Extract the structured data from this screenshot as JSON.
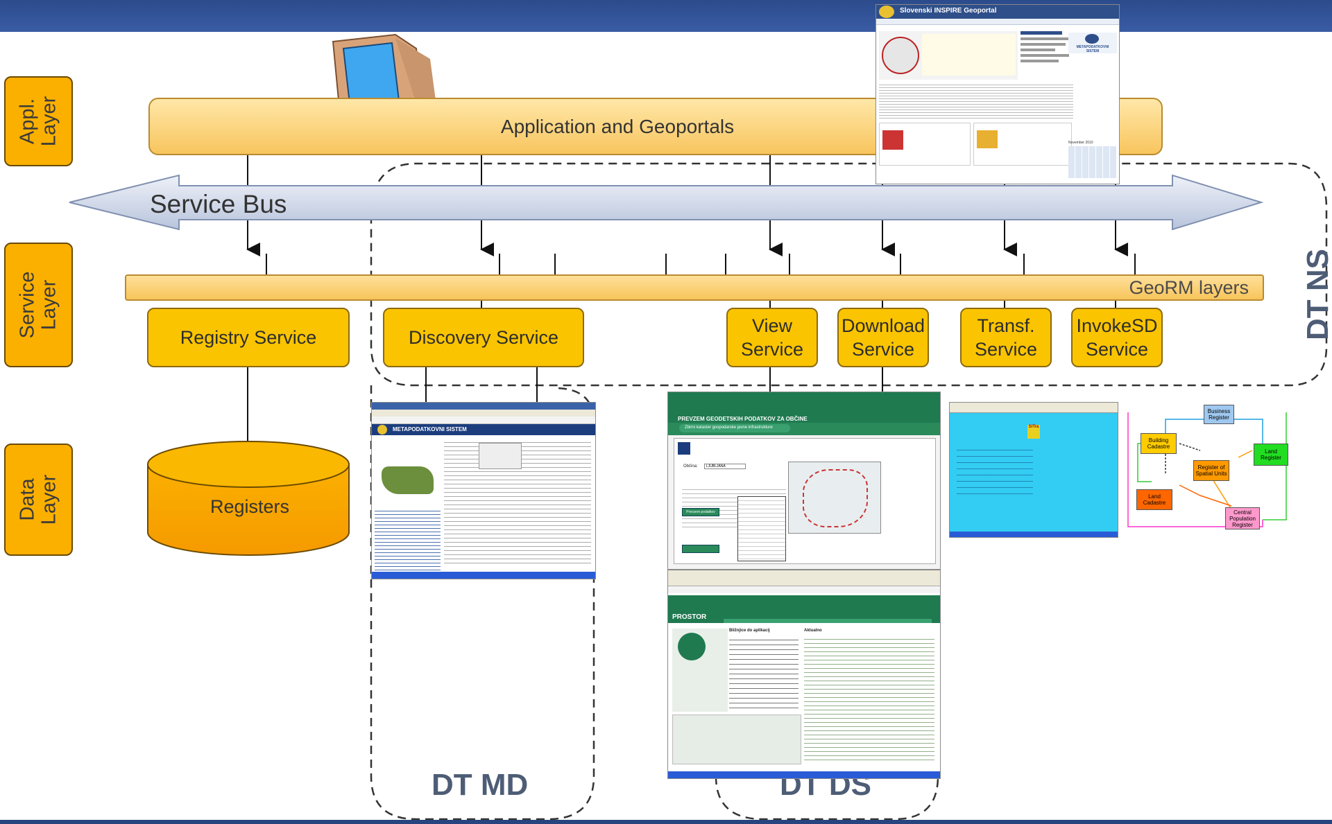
{
  "layers": [
    {
      "id": "appl",
      "label": "Appl.\nLayer"
    },
    {
      "id": "service",
      "label": "Service\nLayer"
    },
    {
      "id": "data",
      "label": "Data\nLayer"
    }
  ],
  "application_bar": "Application and Geoportals",
  "service_bus": "Service  Bus",
  "georm_layers": "GeoRM layers",
  "services": [
    {
      "id": "registry",
      "label": "Registry Service"
    },
    {
      "id": "discovery",
      "label": "Discovery Service"
    },
    {
      "id": "view",
      "label": "View\nService"
    },
    {
      "id": "download",
      "label": "Download\nService"
    },
    {
      "id": "transf",
      "label": "Transf.\nService"
    },
    {
      "id": "invokesd",
      "label": "InvokeSD\nService"
    }
  ],
  "registers": "Registers",
  "domains": {
    "dt_ns": "DT NS",
    "dt_md": "DT MD",
    "dt_ds": "DT DS"
  },
  "screenshots": {
    "geoportal": {
      "title": "Slovenski INSPIRE Geoportal",
      "side_title": "METAPODATKOVNI SISTEM",
      "calendar": "November 2010"
    },
    "metadata_system": {
      "title": "METAPODATKOVNI SISTEM"
    },
    "download_app": {
      "title": "PREVZEM GEODETSKIH PODATKOV ZA OBČINE",
      "subtitle": "Zbirni kataster gospodarske javne infrastrukture",
      "municipality_label": "Občina:",
      "municipality_value": "LJUBLJANA",
      "button": "Prevzem podatkov"
    },
    "prostor": {
      "title": "PROSTOR",
      "links_title": "Bližnjice do aplikacij",
      "news_title": "Aktualno"
    },
    "sitra": {
      "title": "SiTra"
    },
    "registers_flow": {
      "nodes": [
        "Business\nRegister",
        "Building\nCadastre",
        "Land\nRegister",
        "Register of\nSpatial Units",
        "Land\nCadastre",
        "Central\nPopulation\nRegister"
      ]
    }
  },
  "colors": {
    "header_band": "#2c4b8c",
    "service_box": "#fbc400",
    "layer_tab": "#fbb000",
    "registers": "#f8a400",
    "domain_text": "#4e5d76"
  }
}
